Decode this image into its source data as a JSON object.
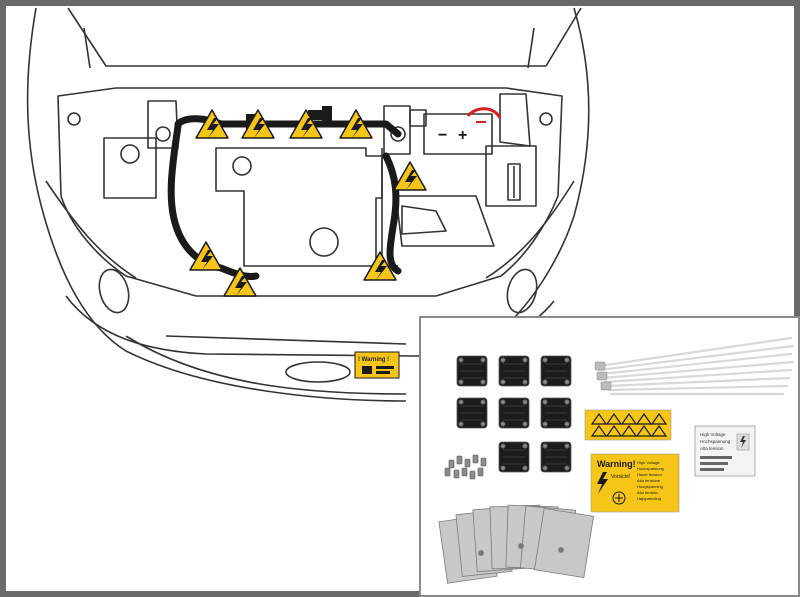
{
  "diagram": {
    "battery_minus": "−",
    "battery_plus": "+",
    "sticker_label": "! Warning !"
  },
  "kit": {
    "warning_card_title": "Warning!",
    "warning_card_subtitle": "Vorsicht!",
    "warning_card_lines": [
      "High Voltage",
      "Hochspannung",
      "Haute tension",
      "Alta tensione",
      "Hoogspanning",
      "Alta tensión",
      "Højspænding"
    ],
    "label_sheet_lines": [
      "High Voltage",
      "Hochspannung",
      "Alta tension"
    ]
  },
  "colors": {
    "warning_yellow": "#f5c518",
    "cable_black": "#1a1a1a",
    "line_gray": "#333333"
  }
}
